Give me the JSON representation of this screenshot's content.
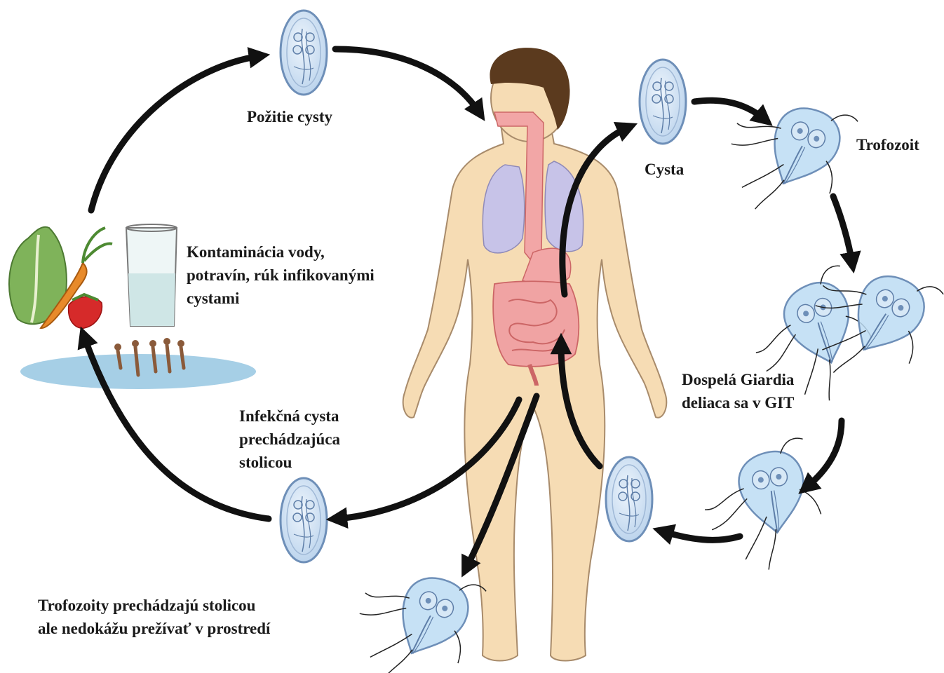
{
  "labels": {
    "ingestion": "Požitie cysty",
    "cyst": "Cysta",
    "trophozoite": "Trofozoit",
    "contamination": [
      "Kontaminácia vody,",
      "potravín, rúk infikovanými",
      "cystami"
    ],
    "adult": [
      "Dospelá Giardia",
      "deliaca sa v GIT"
    ],
    "infective_cyst": [
      "Infekčná cysta",
      "prechádzajúca",
      "stolicou"
    ],
    "trophozoites_stool": [
      "Trofozoity prechádzajú stolicou",
      "ale nedokážu prežívať v prostredí"
    ]
  },
  "colors": {
    "skin": "#f6dcb4",
    "skin_outline": "#a88b6b",
    "hair": "#5b3a1e",
    "lungs": "#c7c3e8",
    "digestive": "#f2a6a6",
    "cyst_fill": "#d6e6f6",
    "cyst_outline": "#7f9cc0",
    "trophozoite": "#b5d6f0",
    "water": "#a6cfe6",
    "arrow": "#111111",
    "text": "#1a1a1a"
  }
}
